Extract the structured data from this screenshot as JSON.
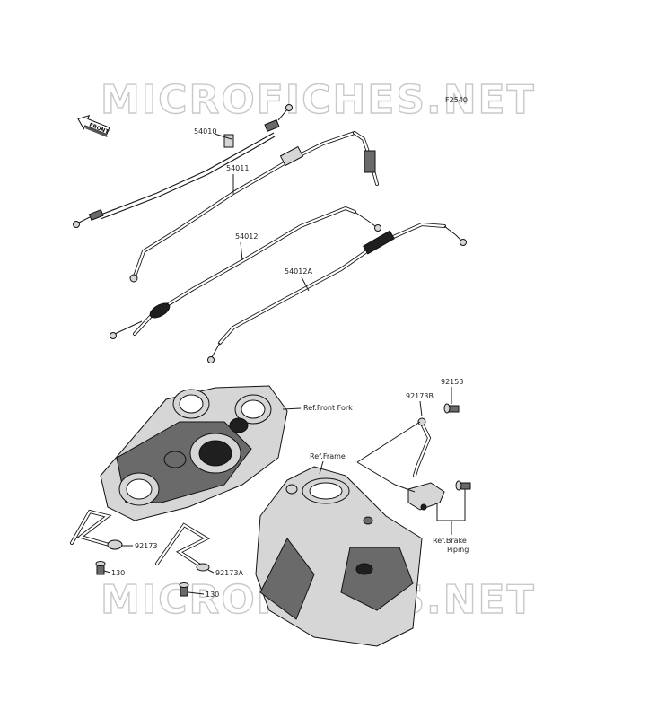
{
  "watermark": "MICROFICHES.NET",
  "figure_code": "F2540",
  "front_marker": "FRONT",
  "callouts": {
    "p54010": "54010",
    "p54011": "54011",
    "p54012": "54012",
    "p54012a": "54012A",
    "p92153": "92153",
    "p92173b": "92173B",
    "p92173": "92173",
    "p92173a": "92173A",
    "p130_left": "130",
    "p130_right": "130"
  },
  "references": {
    "front_fork": "Ref.Front Fork",
    "frame": "Ref.Frame",
    "brake_piping_line1": "Ref.Brake",
    "brake_piping_line2": "Piping"
  }
}
